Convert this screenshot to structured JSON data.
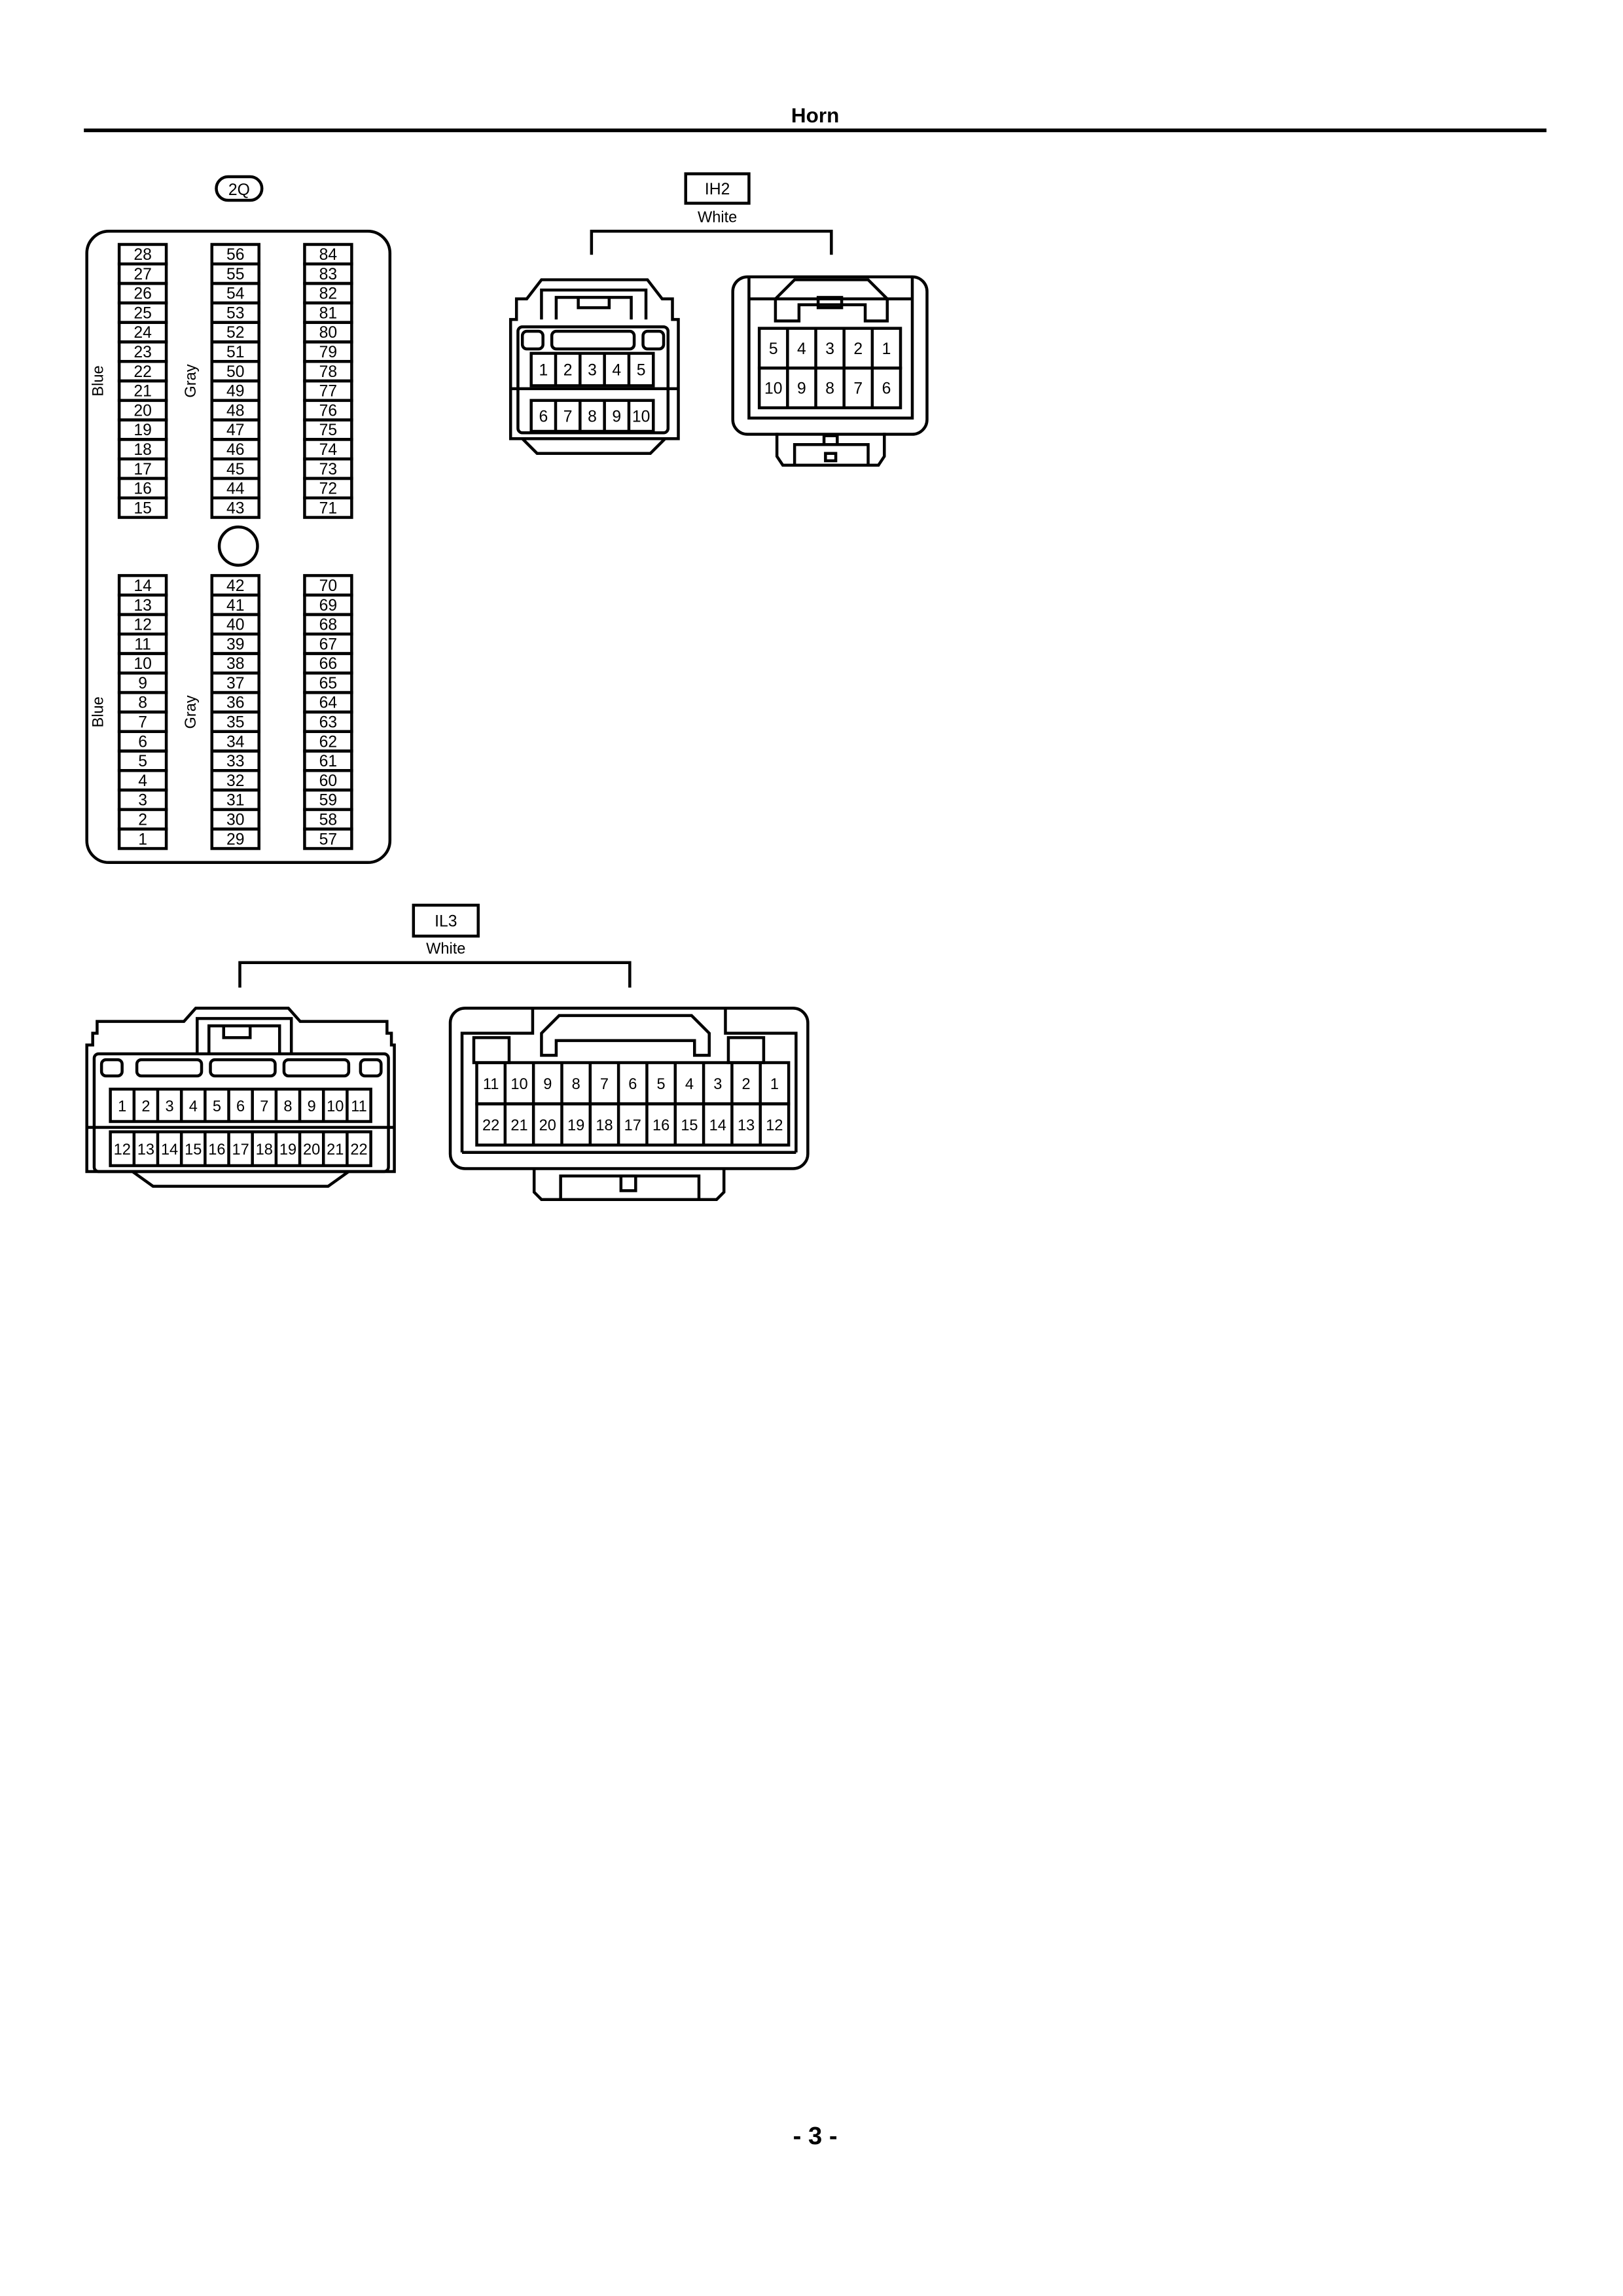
{
  "header": {
    "title": "Horn"
  },
  "footer": {
    "page_number": "- 3 -"
  },
  "connectors": {
    "c2q": {
      "code": "2Q",
      "columns": [
        {
          "color_label": "Blue",
          "upper": [
            "28",
            "27",
            "26",
            "25",
            "24",
            "23",
            "22",
            "21",
            "20",
            "19",
            "18",
            "17",
            "16",
            "15"
          ],
          "lower": [
            "14",
            "13",
            "12",
            "11",
            "10",
            "9",
            "8",
            "7",
            "6",
            "5",
            "4",
            "3",
            "2",
            "1"
          ]
        },
        {
          "color_label": "Gray",
          "upper": [
            "56",
            "55",
            "54",
            "53",
            "52",
            "51",
            "50",
            "49",
            "48",
            "47",
            "46",
            "45",
            "44",
            "43"
          ],
          "lower": [
            "42",
            "41",
            "40",
            "39",
            "38",
            "37",
            "36",
            "35",
            "34",
            "33",
            "32",
            "31",
            "30",
            "29"
          ]
        },
        {
          "color_label": "",
          "upper": [
            "84",
            "83",
            "82",
            "81",
            "80",
            "79",
            "78",
            "77",
            "76",
            "75",
            "74",
            "73",
            "72",
            "71"
          ],
          "lower": [
            "70",
            "69",
            "68",
            "67",
            "66",
            "65",
            "64",
            "63",
            "62",
            "61",
            "60",
            "59",
            "58",
            "57"
          ]
        }
      ]
    },
    "ih2": {
      "code": "IH2",
      "color": "White",
      "male": {
        "row1": [
          "1",
          "2",
          "3",
          "4",
          "5"
        ],
        "row2": [
          "6",
          "7",
          "8",
          "9",
          "10"
        ]
      },
      "female": {
        "row1": [
          "5",
          "4",
          "3",
          "2",
          "1"
        ],
        "row2": [
          "10",
          "9",
          "8",
          "7",
          "6"
        ]
      }
    },
    "il3": {
      "code": "IL3",
      "color": "White",
      "male": {
        "row1": [
          "1",
          "2",
          "3",
          "4",
          "5",
          "6",
          "7",
          "8",
          "9",
          "10",
          "11"
        ],
        "row2": [
          "12",
          "13",
          "14",
          "15",
          "16",
          "17",
          "18",
          "19",
          "20",
          "21",
          "22"
        ]
      },
      "female": {
        "row1": [
          "11",
          "10",
          "9",
          "8",
          "7",
          "6",
          "5",
          "4",
          "3",
          "2",
          "1"
        ],
        "row2": [
          "22",
          "21",
          "20",
          "19",
          "18",
          "17",
          "16",
          "15",
          "14",
          "13",
          "12"
        ]
      }
    }
  }
}
